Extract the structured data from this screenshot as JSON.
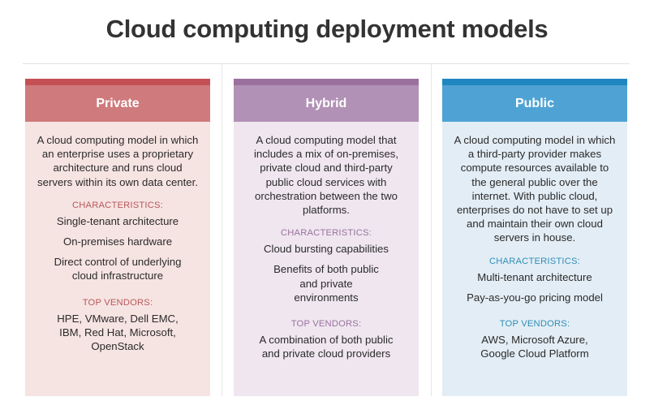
{
  "title": "Cloud computing deployment models",
  "colors": {
    "private_bar": "#c45055",
    "private_header": "#cf7a7c",
    "private_body": "#f6e4e2",
    "private_accent": "#b8575a",
    "hybrid_bar": "#9a709e",
    "hybrid_header": "#b191b5",
    "hybrid_body": "#efe6ef",
    "hybrid_accent": "#9a729e",
    "public_bar": "#1f86c1",
    "public_header": "#4fa3d4",
    "public_body": "#e3edf5",
    "public_accent": "#2f8fb8"
  },
  "columns": [
    {
      "name": "Private",
      "description": "A cloud computing model in which an enterprise uses a proprietary architecture and runs cloud servers within its own data center.",
      "characteristics_label": "CHARACTERISTICS:",
      "characteristics": [
        "Single-tenant architecture",
        "On-premises hardware",
        "Direct control of underlying cloud infrastructure"
      ],
      "vendors_label": "TOP VENDORS:",
      "vendors": "HPE, VMware, Dell EMC, IBM, Red Hat, Microsoft, OpenStack"
    },
    {
      "name": "Hybrid",
      "description": "A cloud computing model that includes a mix of on-premises, private cloud and third-party public cloud services with orchestration between the two platforms.",
      "characteristics_label": "CHARACTERISTICS:",
      "characteristics": [
        "Cloud bursting capabilities",
        "Benefits of both public and private environments"
      ],
      "vendors_label": "TOP VENDORS:",
      "vendors": "A combination of both public and private cloud providers"
    },
    {
      "name": "Public",
      "description": "A cloud computing model in which a third-party provider makes compute resources available to the general public over the internet. With public cloud, enterprises do not have to set up and maintain their own cloud servers in house.",
      "characteristics_label": "CHARACTERISTICS:",
      "characteristics": [
        "Multi-tenant architecture",
        "Pay-as-you-go pricing model"
      ],
      "vendors_label": "TOP VENDORS:",
      "vendors": "AWS, Microsoft Azure, Google Cloud Platform"
    }
  ]
}
